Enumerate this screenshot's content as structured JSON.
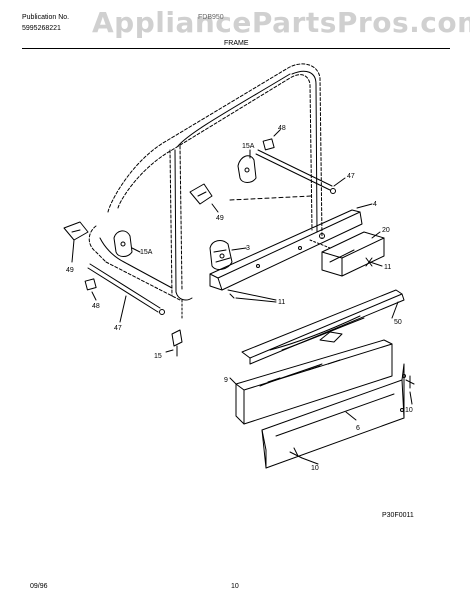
{
  "header": {
    "watermark": "AppliancePartsPros.com",
    "publication_label": "Publication No.",
    "publication_number": "5995268221",
    "model": "FDB950",
    "section_title": "FRAME"
  },
  "diagram": {
    "figure_code": "P30F0011",
    "part_labels": [
      "4",
      "15A",
      "48",
      "47",
      "3",
      "20",
      "11",
      "49",
      "15A",
      "49",
      "48",
      "47",
      "11",
      "50",
      "15",
      "9",
      "10",
      "6",
      "10"
    ]
  },
  "footer": {
    "date": "09/96",
    "page": "10"
  },
  "colors": {
    "line": "#000000",
    "watermark": "#969696"
  }
}
